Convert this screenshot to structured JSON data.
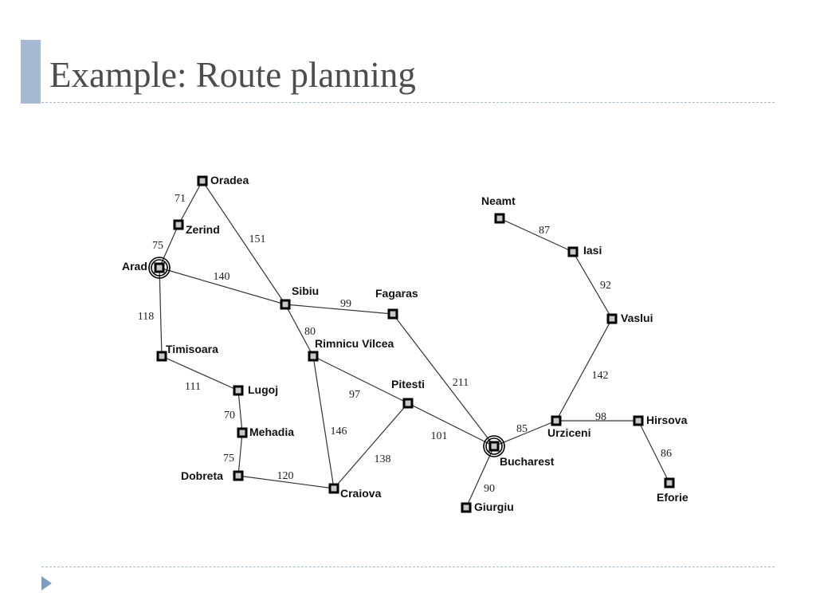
{
  "slide": {
    "title": "Example: Route planning"
  },
  "map": {
    "cities": [
      {
        "id": "oradea",
        "name": "Oradea"
      },
      {
        "id": "zerind",
        "name": "Zerind"
      },
      {
        "id": "arad",
        "name": "Arad",
        "ringed": true
      },
      {
        "id": "sibiu",
        "name": "Sibiu"
      },
      {
        "id": "fagaras",
        "name": "Fagaras"
      },
      {
        "id": "timisoara",
        "name": "Timisoara"
      },
      {
        "id": "rimnicu-vilcea",
        "name": "Rimnicu Vilcea"
      },
      {
        "id": "lugoj",
        "name": "Lugoj"
      },
      {
        "id": "pitesti",
        "name": "Pitesti"
      },
      {
        "id": "mehadia",
        "name": "Mehadia"
      },
      {
        "id": "dobreta",
        "name": "Dobreta"
      },
      {
        "id": "craiova",
        "name": "Craiova"
      },
      {
        "id": "bucharest",
        "name": "Bucharest",
        "ringed": true
      },
      {
        "id": "giurgiu",
        "name": "Giurgiu"
      },
      {
        "id": "urziceni",
        "name": "Urziceni"
      },
      {
        "id": "hirsova",
        "name": "Hirsova"
      },
      {
        "id": "eforie",
        "name": "Eforie"
      },
      {
        "id": "vaslui",
        "name": "Vaslui"
      },
      {
        "id": "iasi",
        "name": "Iasi"
      },
      {
        "id": "neamt",
        "name": "Neamt"
      }
    ],
    "roads": [
      {
        "from": "oradea",
        "to": "zerind",
        "distance": "71"
      },
      {
        "from": "zerind",
        "to": "arad",
        "distance": "75"
      },
      {
        "from": "oradea",
        "to": "sibiu",
        "distance": "151"
      },
      {
        "from": "arad",
        "to": "sibiu",
        "distance": "140"
      },
      {
        "from": "arad",
        "to": "timisoara",
        "distance": "118"
      },
      {
        "from": "sibiu",
        "to": "fagaras",
        "distance": "99"
      },
      {
        "from": "sibiu",
        "to": "rimnicu-vilcea",
        "distance": "80"
      },
      {
        "from": "timisoara",
        "to": "lugoj",
        "distance": "111"
      },
      {
        "from": "lugoj",
        "to": "mehadia",
        "distance": "70"
      },
      {
        "from": "mehadia",
        "to": "dobreta",
        "distance": "75"
      },
      {
        "from": "dobreta",
        "to": "craiova",
        "distance": "120"
      },
      {
        "from": "rimnicu-vilcea",
        "to": "craiova",
        "distance": "146"
      },
      {
        "from": "rimnicu-vilcea",
        "to": "pitesti",
        "distance": "97"
      },
      {
        "from": "craiova",
        "to": "pitesti",
        "distance": "138"
      },
      {
        "from": "pitesti",
        "to": "bucharest",
        "distance": "101"
      },
      {
        "from": "fagaras",
        "to": "bucharest",
        "distance": "211"
      },
      {
        "from": "bucharest",
        "to": "giurgiu",
        "distance": "90"
      },
      {
        "from": "bucharest",
        "to": "urziceni",
        "distance": "85"
      },
      {
        "from": "urziceni",
        "to": "hirsova",
        "distance": "98"
      },
      {
        "from": "hirsova",
        "to": "eforie",
        "distance": "86"
      },
      {
        "from": "urziceni",
        "to": "vaslui",
        "distance": "142"
      },
      {
        "from": "vaslui",
        "to": "iasi",
        "distance": "92"
      },
      {
        "from": "iasi",
        "to": "neamt",
        "distance": "87"
      }
    ]
  }
}
